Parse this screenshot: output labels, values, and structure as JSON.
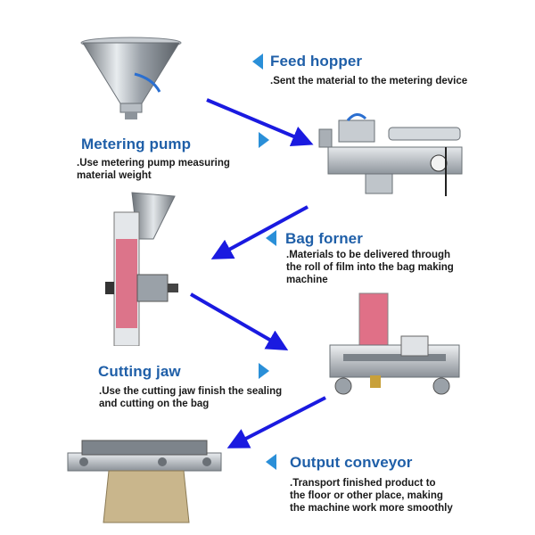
{
  "steps": [
    {
      "title": "Feed hopper",
      "lines": [
        ".Sent the material to the metering device"
      ]
    },
    {
      "title": "Metering pump",
      "lines": [
        ".Use metering pump measuring",
        "material weight"
      ]
    },
    {
      "title": "Bag forner",
      "lines": [
        ".Materials to be delivered through",
        "the roll of film into the bag making",
        "machine"
      ]
    },
    {
      "title": "Cutting jaw",
      "lines": [
        ".Use the cutting jaw finish the sealing",
        "and cutting on the bag"
      ]
    },
    {
      "title": "Output conveyor",
      "lines": [
        ".Transport finished product to",
        "the floor or other place, making",
        "the machine work more smoothly"
      ]
    }
  ],
  "colors": {
    "heading": "#1f5fa8",
    "pointer": "#2a8fd8",
    "arrow": "#1a1ae0"
  }
}
